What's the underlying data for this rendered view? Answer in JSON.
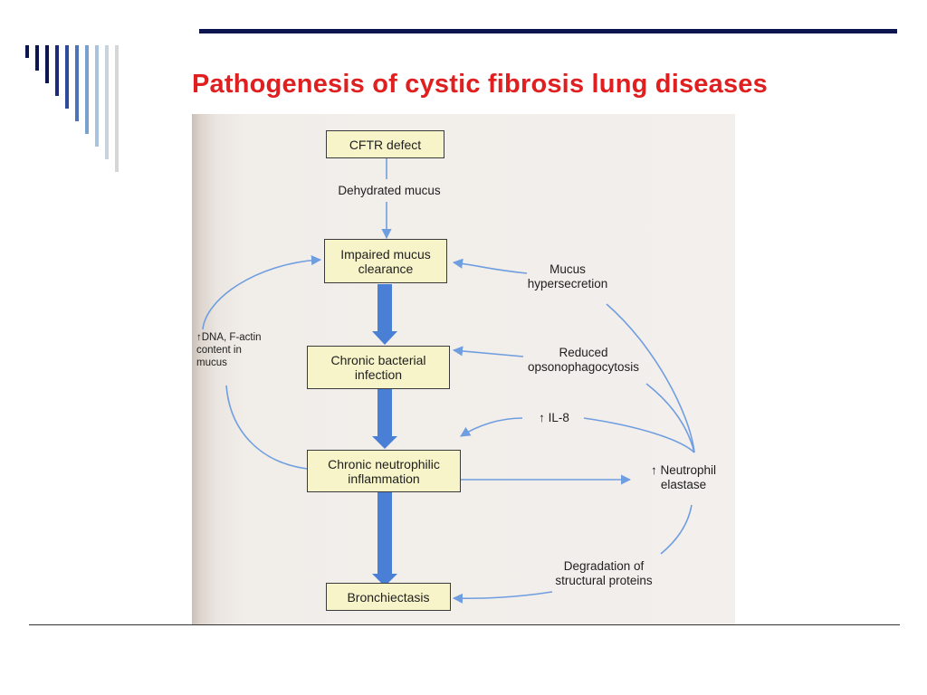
{
  "slide": {
    "title": "Pathogenesis of cystic fibrosis lung diseases",
    "accent_color": "#e02020",
    "rule_color": "#0d1551",
    "bar_colors": [
      "#0d1551",
      "#0d1551",
      "#0d1551",
      "#1b2b7a",
      "#2e4a9a",
      "#4e73b8",
      "#7aa0cf",
      "#a9c2df",
      "#c9d3dd",
      "#d6d6d6"
    ]
  },
  "diagram": {
    "box_fill": "#f7f4c9",
    "arrow_color": "#6f9ee0",
    "thick_arrow_color": "#4a7fd6",
    "boxes": {
      "cftr": "CFTR defect",
      "impaired": "Impaired mucus\nclearance",
      "bacterial": "Chronic bacterial\ninfection",
      "neutrophilic": "Chronic neutrophilic\ninflammation",
      "bronchiectasis": "Bronchiectasis"
    },
    "labels": {
      "dehydrated": "Dehydrated mucus",
      "mucus_hyper": "Mucus\nhypersecretion",
      "reduced": "Reduced\nopsonophagocytosis",
      "il8": "↑ IL-8",
      "elastase": "↑ Neutrophil\nelastase",
      "degradation": "Degradation of\nstructural proteins",
      "dna": "↑DNA, F-actin\ncontent in\nmucus"
    }
  }
}
